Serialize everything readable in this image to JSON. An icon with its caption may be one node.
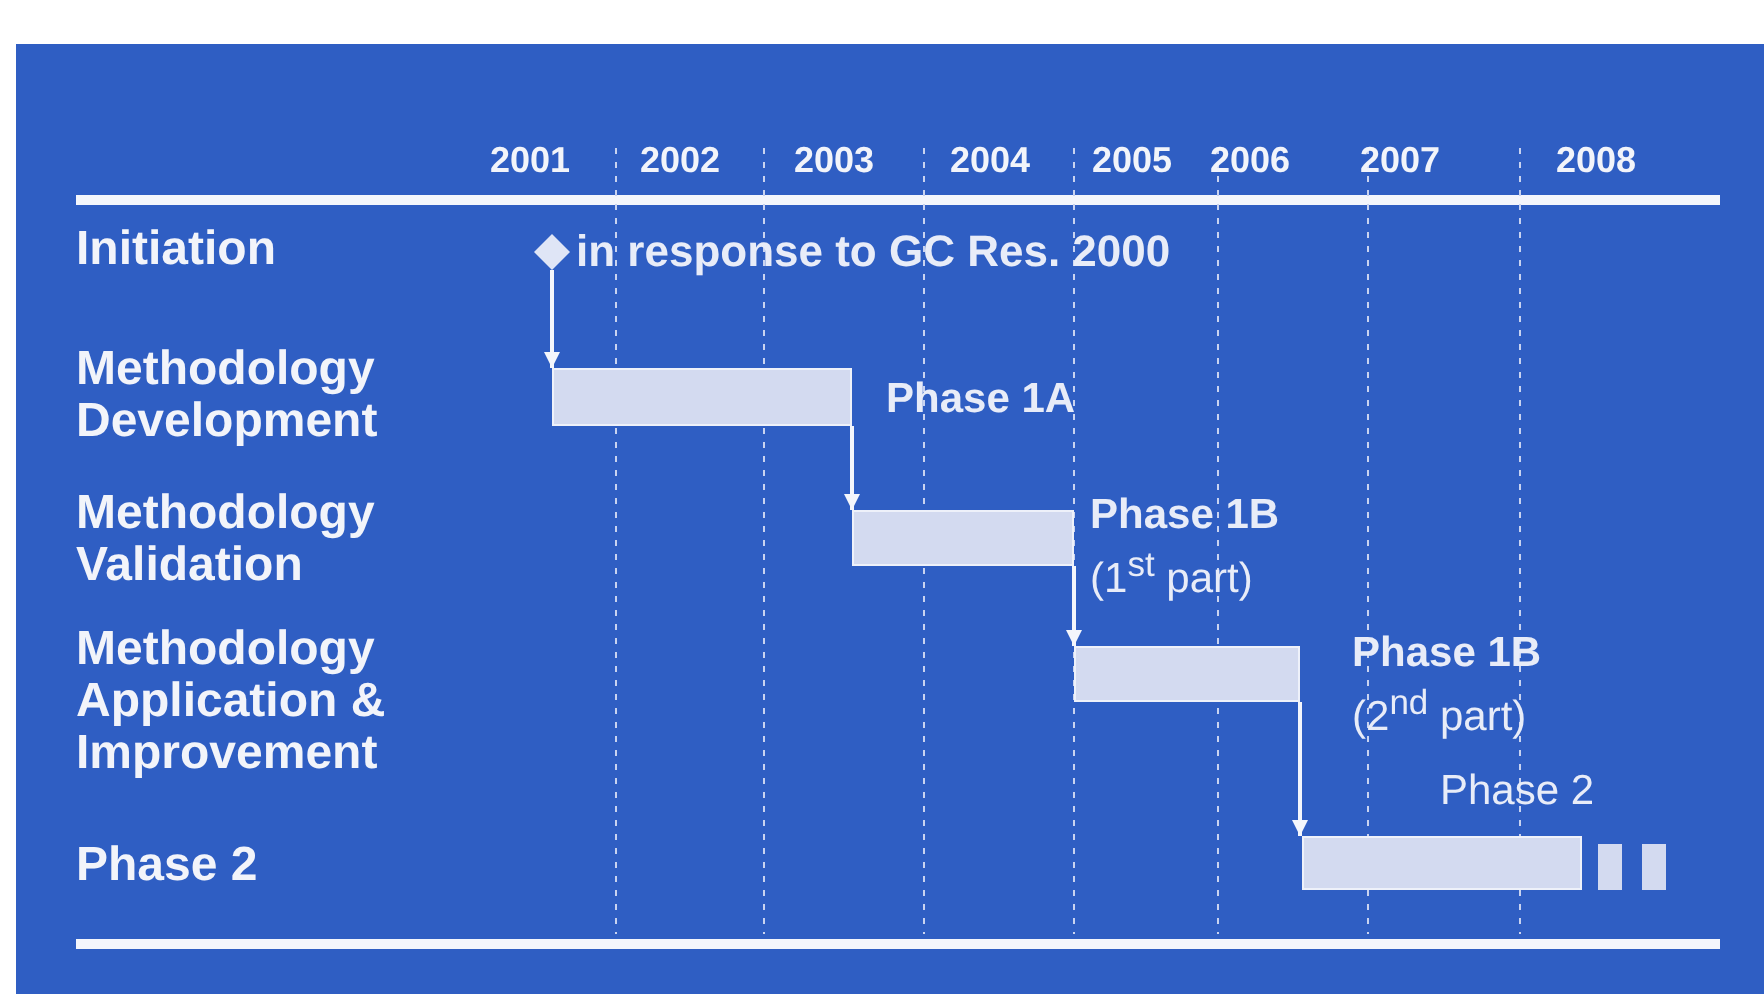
{
  "diagram": {
    "nodes": [
      {
        "text": [],
        "shape": "diamond",
        "beside": [
          "in response to GC Res. 2000"
        ]
      },
      {
        "text": [],
        "shape": "bar",
        "beside": [
          "Phase 1A"
        ]
      },
      {
        "text": [],
        "shape": "bar",
        "beside": [
          "Phase 1B",
          "(1$^{st}$ part)"
        ]
      },
      {
        "text": [],
        "shape": "bar",
        "beside": [
          "Phase 1B",
          "(2$^{nd}$ part)"
        ]
      },
      {
        "text": [],
        "shape": "bar",
        "beside": [
          "Phase 2"
        ]
      }
    ],
    "edges": [
      {
        "from": 0,
        "to": 1,
        "arrow": "to"
      },
      {
        "from": 1,
        "to": 2,
        "arrow": "to"
      },
      {
        "from": 2,
        "to": 3,
        "arrow": "to"
      },
      {
        "from": 3,
        "to": 4,
        "arrow": "to"
      }
    ],
    "labels": [
      "2001",
      "2002",
      "2003",
      "2004",
      "2005",
      "2006",
      "2007",
      "2008",
      "Initiation",
      "Methodology Development",
      "Methodology Validation",
      "Methodology Application & Improvement",
      "Phase 2"
    ]
  }
}
